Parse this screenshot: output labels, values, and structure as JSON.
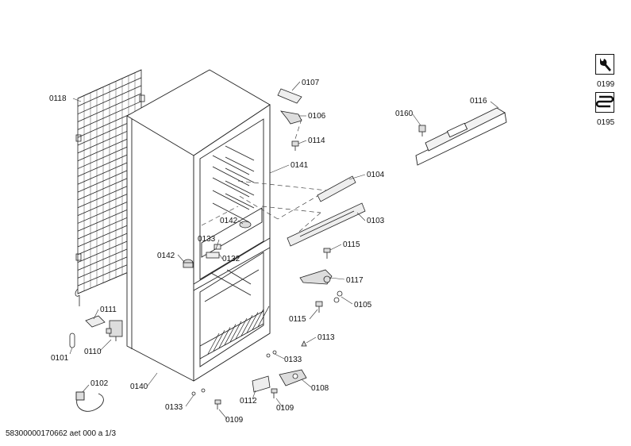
{
  "labels": {
    "p0118": "0118",
    "p0107": "0107",
    "p0106": "0106",
    "p0114": "0114",
    "p0141": "0141",
    "p0104": "0104",
    "p0103": "0103",
    "p0142a": "0142",
    "p0133a": "0133",
    "p0132": "0132",
    "p0142b": "0142",
    "p0115a": "0115",
    "p0117": "0117",
    "p0105": "0105",
    "p0115b": "0115",
    "p0113": "0113",
    "p0111": "0111",
    "p0110": "0110",
    "p0101": "0101",
    "p0133b": "0133",
    "p0102": "0102",
    "p0140": "0140",
    "p0108": "0108",
    "p0112": "0112",
    "p0109a": "0109",
    "p0109b": "0109",
    "p0133c": "0133",
    "p0160": "0160",
    "p0116": "0116"
  },
  "side_panel": {
    "code_0199": "0199",
    "code_0195": "0195",
    "icons": [
      "wrench-icon",
      "heating-coil-icon"
    ]
  },
  "footer": {
    "document_id": "58300000170662 aet 000 a 1/3"
  }
}
